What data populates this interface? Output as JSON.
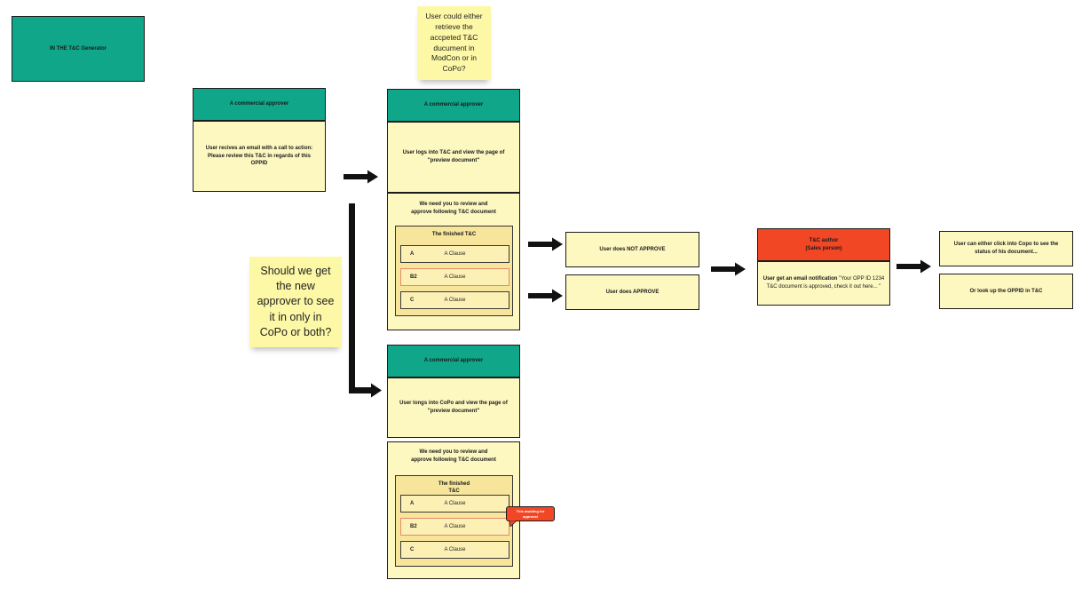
{
  "title_box": "IN THE T&C Generator",
  "sticky_top": "User could either retrieve the accpeted T&C ducument in ModCon or in CoPo?",
  "sticky_left": "Should we get the new approver to see it in only in CoPo or both?",
  "step1": {
    "header": "A commercial approver",
    "body_line1": "User  recives an email with a call to action:",
    "body_line2": "Please review this T&C in regards of this OPPID"
  },
  "step2": {
    "header": "A commercial approver",
    "body_line1": "User logs into T&C and view the page of",
    "body_line2": "\"preview document\"",
    "review_line1": "We need you to review and",
    "review_line2": "approve following T&C document",
    "finished": "The finished T&C",
    "clauses": [
      {
        "key": "A",
        "value": "A Clause"
      },
      {
        "key": "B2",
        "value": "A Clause"
      },
      {
        "key": "C",
        "value": "A Clause"
      }
    ]
  },
  "step3": {
    "header": "A commercial approver",
    "body_line1": "User longs into CoPo and view the page of",
    "body_line2": "\"preview document\"",
    "review_line1": "We need you to review and",
    "review_line2": "approve following T&C document",
    "finished_line1": "The finished",
    "finished_line2": "T&C",
    "clauses": [
      {
        "key": "A",
        "value": "A Clause"
      },
      {
        "key": "B2",
        "value": "A Clause"
      },
      {
        "key": "C",
        "value": "A Clause"
      }
    ],
    "comment_line1": "This awaiting for",
    "comment_line2": "approval"
  },
  "outcomes": {
    "not_approve": "User does NOT APPROVE",
    "approve": "User does  APPROVE"
  },
  "author": {
    "header_line1": "T&C author",
    "header_line2": "(Sales person)",
    "body_bold": "User get an email notification",
    "body_rest": " \"Your OPP ID 1234 T&C document is approved, check it out here... \""
  },
  "final": {
    "copo": "User can either click into Copo to see the status of his document...",
    "oppid": "Or look up the OPPID in T&C"
  },
  "colors": {
    "green": "#0fa68a",
    "yellow": "#fdf7c0",
    "sticky": "#fdf8a6",
    "red": "#f24725"
  }
}
